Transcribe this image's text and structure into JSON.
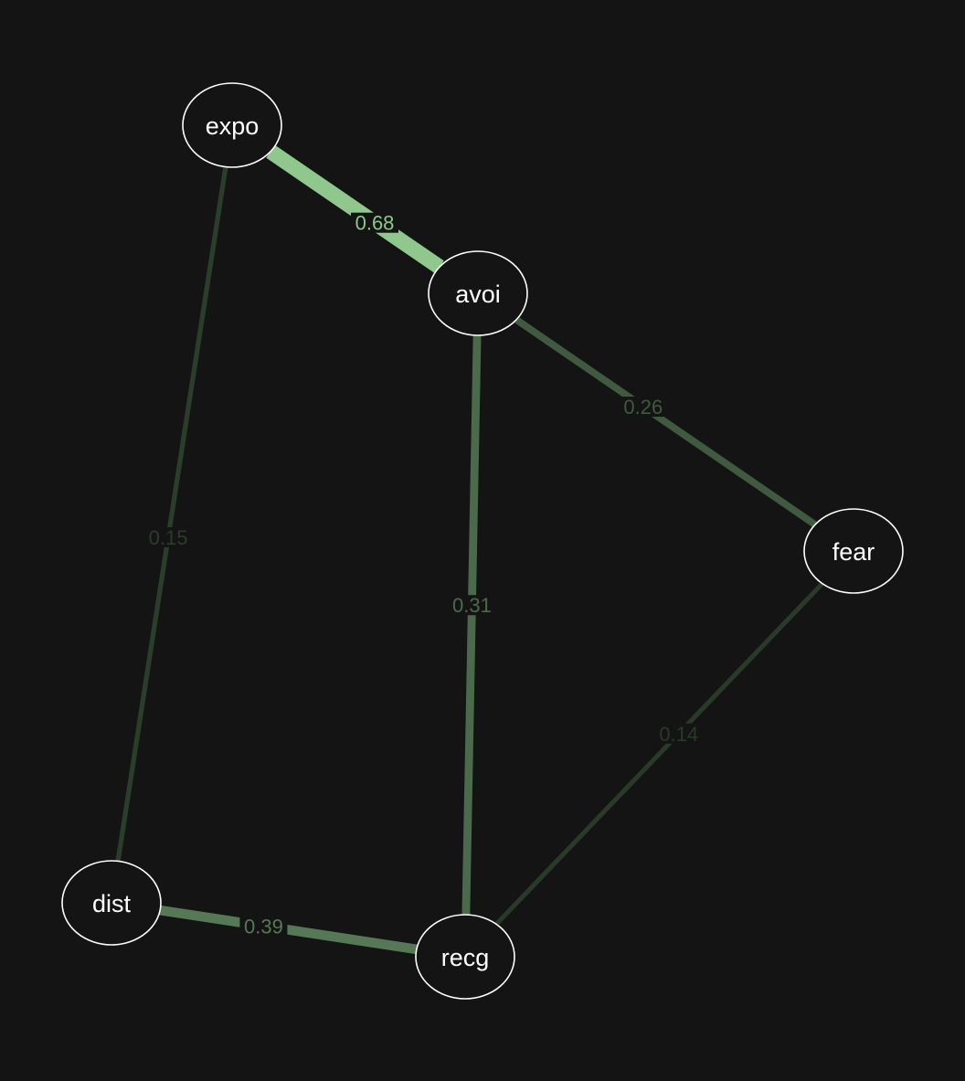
{
  "background": "#141414",
  "nodes": [
    {
      "id": "expo",
      "label": "expo"
    },
    {
      "id": "avoi",
      "label": "avoi"
    },
    {
      "id": "fear",
      "label": "fear"
    },
    {
      "id": "dist",
      "label": "dist"
    },
    {
      "id": "recg",
      "label": "recg"
    }
  ],
  "edges": [
    {
      "from": "expo",
      "to": "avoi",
      "weight": 0.68,
      "label": "0.68",
      "color": "#8fc78c"
    },
    {
      "from": "avoi",
      "to": "fear",
      "weight": 0.26,
      "label": "0.26",
      "color": "#3f5a3f"
    },
    {
      "from": "avoi",
      "to": "recg",
      "weight": 0.31,
      "label": "0.31",
      "color": "#4b6a4b"
    },
    {
      "from": "expo",
      "to": "dist",
      "weight": 0.15,
      "label": "0.15",
      "color": "#2b3d2b"
    },
    {
      "from": "fear",
      "to": "recg",
      "weight": 0.14,
      "label": "0.14",
      "color": "#293a29"
    },
    {
      "from": "dist",
      "to": "recg",
      "weight": 0.39,
      "label": "0.39",
      "color": "#577857"
    }
  ]
}
